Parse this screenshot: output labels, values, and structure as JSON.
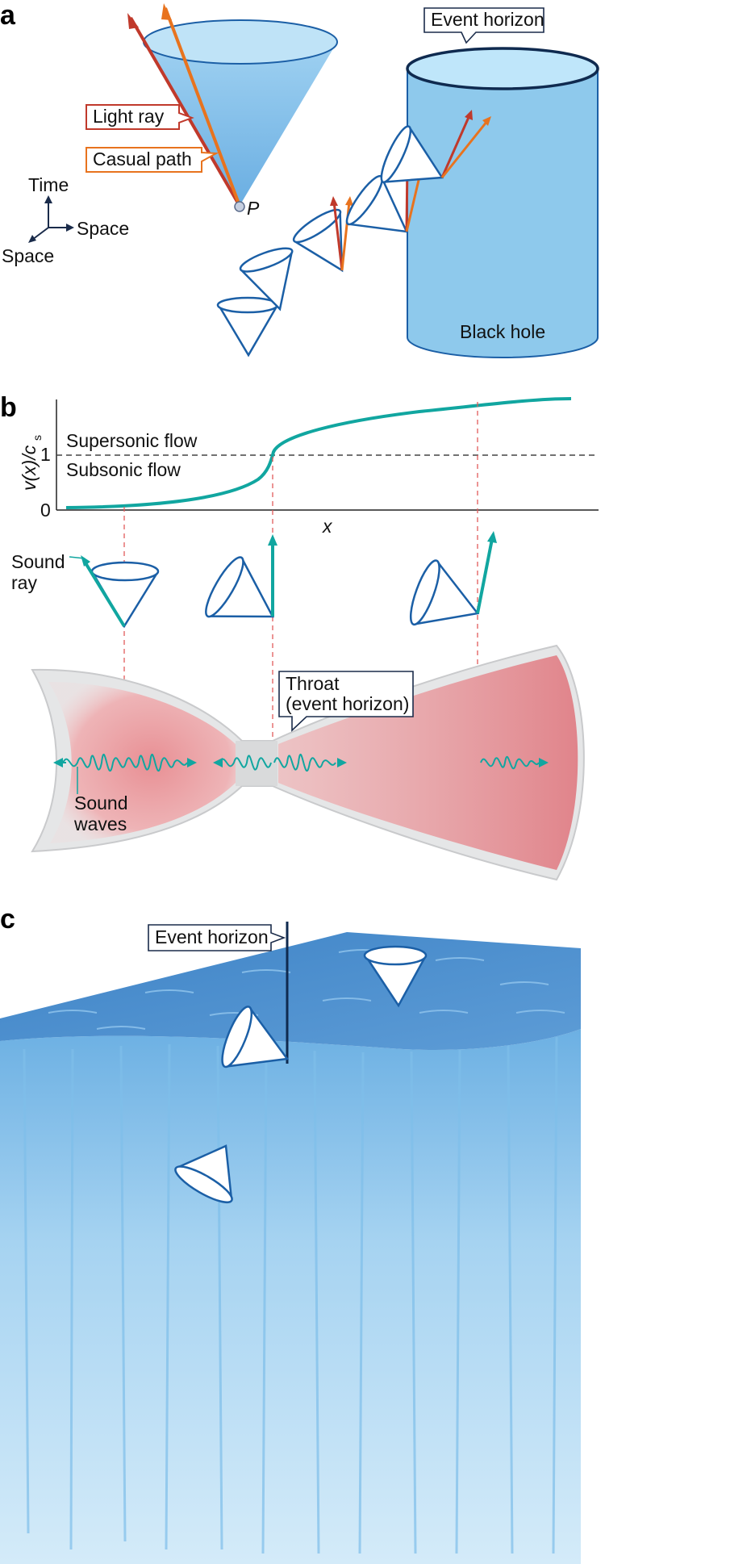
{
  "panel_a": {
    "letter": "a",
    "event_horizon": "Event horizon",
    "light_ray": "Light ray",
    "casual_path": "Casual path",
    "point": "P",
    "axis_time": "Time",
    "axis_space_x": "Space",
    "axis_space_z": "Space",
    "black_hole": "Black hole"
  },
  "panel_b": {
    "letter": "b",
    "y_label_main": "v(x)/c",
    "y_label_sub": "s",
    "y_tick_1": "1",
    "y_tick_0": "0",
    "x_label": "x",
    "supersonic": "Supersonic flow",
    "subsonic": "Subsonic flow",
    "sound_ray_1": "Sound",
    "sound_ray_2": "ray",
    "throat_1": "Throat",
    "throat_2": "(event horizon)",
    "sound_waves_1": "Sound",
    "sound_waves_2": "waves"
  },
  "panel_c": {
    "letter": "c",
    "event_horizon": "Event horizon"
  },
  "colors": {
    "cone_blue": "#1b5fa6",
    "light_ray_red": "#c0392b",
    "causal_orange": "#e8731e",
    "teal": "#11a6a0",
    "black_hole_fill": "#8ec9ec",
    "water_top": "#4f8fcf",
    "water_fall": "#a7d4f1"
  },
  "chart_data": {
    "type": "line",
    "xlabel": "x",
    "ylabel": "v(x)/cs",
    "yticks": [
      0,
      1
    ],
    "reference_line": 1,
    "regions": [
      "Subsonic flow",
      "Supersonic flow"
    ]
  }
}
